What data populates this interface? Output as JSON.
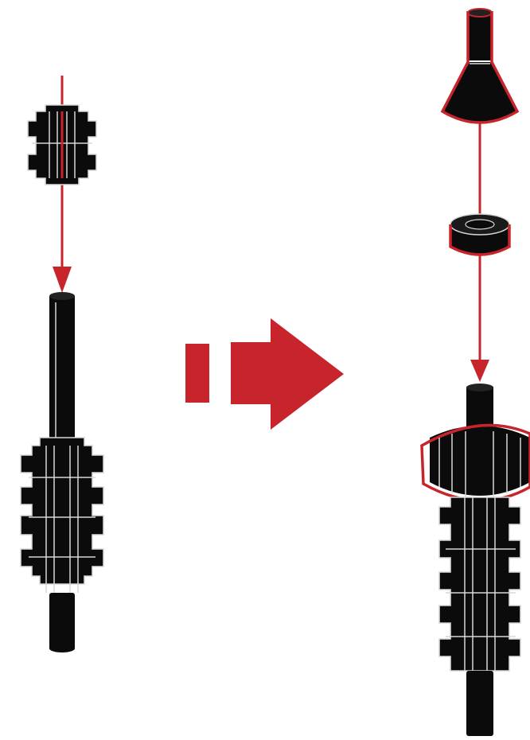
{
  "diagram": {
    "kind": "assembly-instructions",
    "accent_color": "#c8242b",
    "part_color": "#0b0b0b",
    "steps": [
      {
        "step": "before",
        "parts": [
          "gear-small",
          "axle",
          "gear-small",
          "gear-small",
          "axle-end"
        ]
      },
      {
        "step": "after",
        "parts": [
          "cone-cap",
          "bushing",
          "bevel-gear",
          "axle",
          "gear-small",
          "gear-small"
        ]
      }
    ],
    "transition_icon": "next-step-arrow-icon"
  }
}
